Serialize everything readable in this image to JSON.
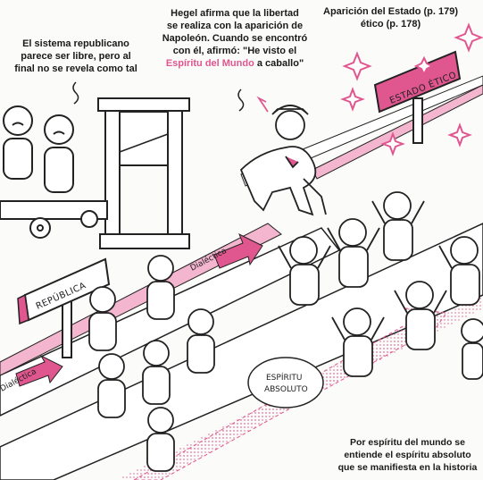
{
  "captions": {
    "republic": "El sistema republicano\nparece ser libre, pero al\nfinal no se revela como tal",
    "hegel_part1": "Hegel afirma que la libertad\nse realiza con la aparición de\nNapoleón. Cuando se encontró\ncon él, afirmó: \"He visto el\n",
    "hegel_highlight": "Espíritu del Mundo",
    "hegel_part2": " a caballo\"",
    "state": "Aparición del Estado (p. 179)\nético (p. 178)",
    "spirit": "Por espíritu del mundo se\nentiende el espíritu absoluto\nque se manifiesta en la historia"
  },
  "signs": {
    "republic": "REPÚBLICA",
    "ethical_state": "ESTADO ÉTICO"
  },
  "path_labels": {
    "dialectic_1": "Dialéctica",
    "dialectic_2": "Dialéctica",
    "absolute_spirit_line1": "ESPÍRITU",
    "absolute_spirit_line2": "ABSOLUTO"
  },
  "colors": {
    "accent": "#e0568f",
    "light_pink": "#f4b6cf",
    "ink": "#1a1a1a"
  }
}
